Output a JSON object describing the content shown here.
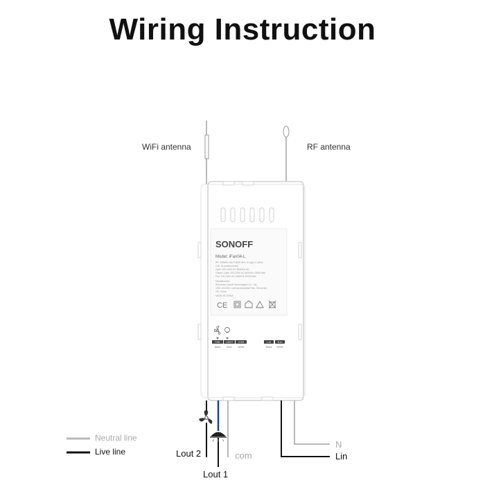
{
  "title": "Wiring Instruction",
  "antennas": {
    "wifi": "WiFi antenna",
    "rf": "RF antenna"
  },
  "device": {
    "brand": "SONOFF",
    "model": "Model: iFan04-L",
    "spec_lines": [
      "RF: 433MHz    Wi-Fi:IEEE 802.11 b/g/n 2.4GHz",
      "Coil: 2x pulse(current)",
      "Input: 100-240V AC 50/60Hz 6A",
      "Output: Light: 100-240V AC 50/60Hz 150W Max",
      "Fan: 100-240V AC 50/60Hz 200W Max",
      "Manufacturer:",
      "Shenzhen Sonoff Technologies Co., Ltd.",
      "1001, BLDG8, Lianhua Industrial Park, Shenzhen,",
      "GD, China",
      "MADE IN CHINA"
    ],
    "terminals_left": [
      {
        "label": "FAN",
        "sub": "Black"
      },
      {
        "label": "LIGHT",
        "sub": "Blue"
      },
      {
        "label": "COM",
        "sub": "White"
      }
    ],
    "terminals_right": [
      {
        "label": "L-In",
        "sub": "Black"
      },
      {
        "label": "N-In",
        "sub": "White"
      }
    ]
  },
  "legend": {
    "neutral": "Neutral line",
    "live": "Live line"
  },
  "wire_labels": {
    "lout2": "Lout 2",
    "lout1": "Lout 1",
    "com": "com",
    "n": "N",
    "lin": "Lin"
  },
  "colors": {
    "live": "#111111",
    "neutral": "#b8b8b8",
    "light_wire": "#1f3b8a",
    "device_outline": "#cfcfcf"
  }
}
